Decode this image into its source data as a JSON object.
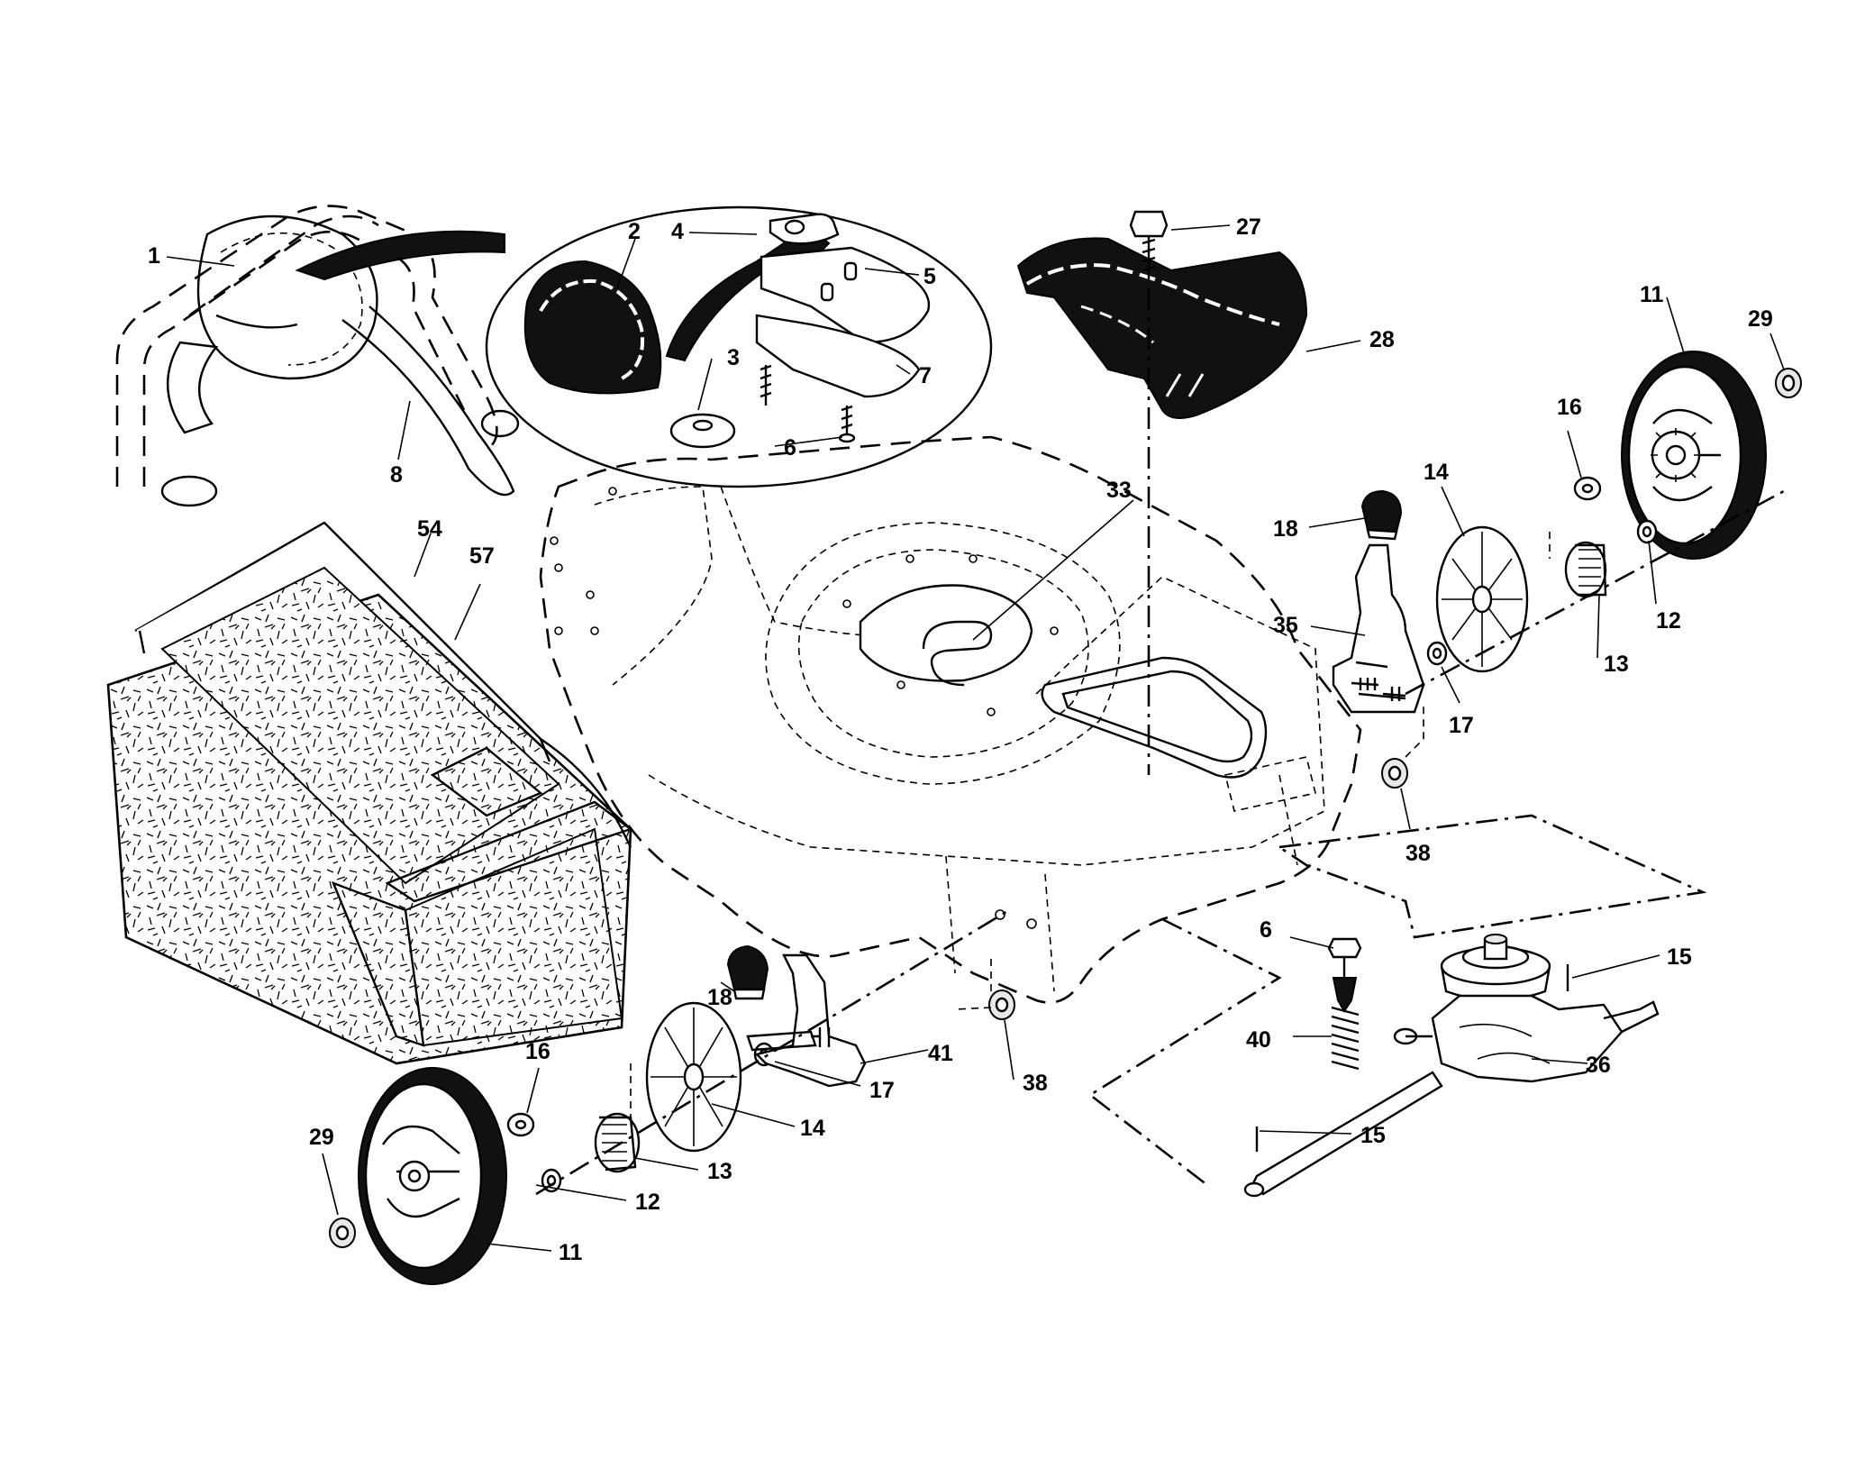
{
  "diagram": {
    "callouts": {
      "c1": "1",
      "c2": "2",
      "c3": "3",
      "c4": "4",
      "c5": "5",
      "c6a": "6",
      "c6b": "6",
      "c7": "7",
      "c8": "8",
      "c11a": "11",
      "c11b": "11",
      "c12a": "12",
      "c12b": "12",
      "c13a": "13",
      "c13b": "13",
      "c14a": "14",
      "c14b": "14",
      "c15a": "15",
      "c15b": "15",
      "c16a": "16",
      "c16b": "16",
      "c17a": "17",
      "c17b": "17",
      "c18a": "18",
      "c18b": "18",
      "c27": "27",
      "c28": "28",
      "c29a": "29",
      "c29b": "29",
      "c33": "33",
      "c35": "35",
      "c36": "36",
      "c38a": "38",
      "c38b": "38",
      "c40": "40",
      "c41": "41",
      "c54": "54",
      "c57": "57"
    }
  }
}
